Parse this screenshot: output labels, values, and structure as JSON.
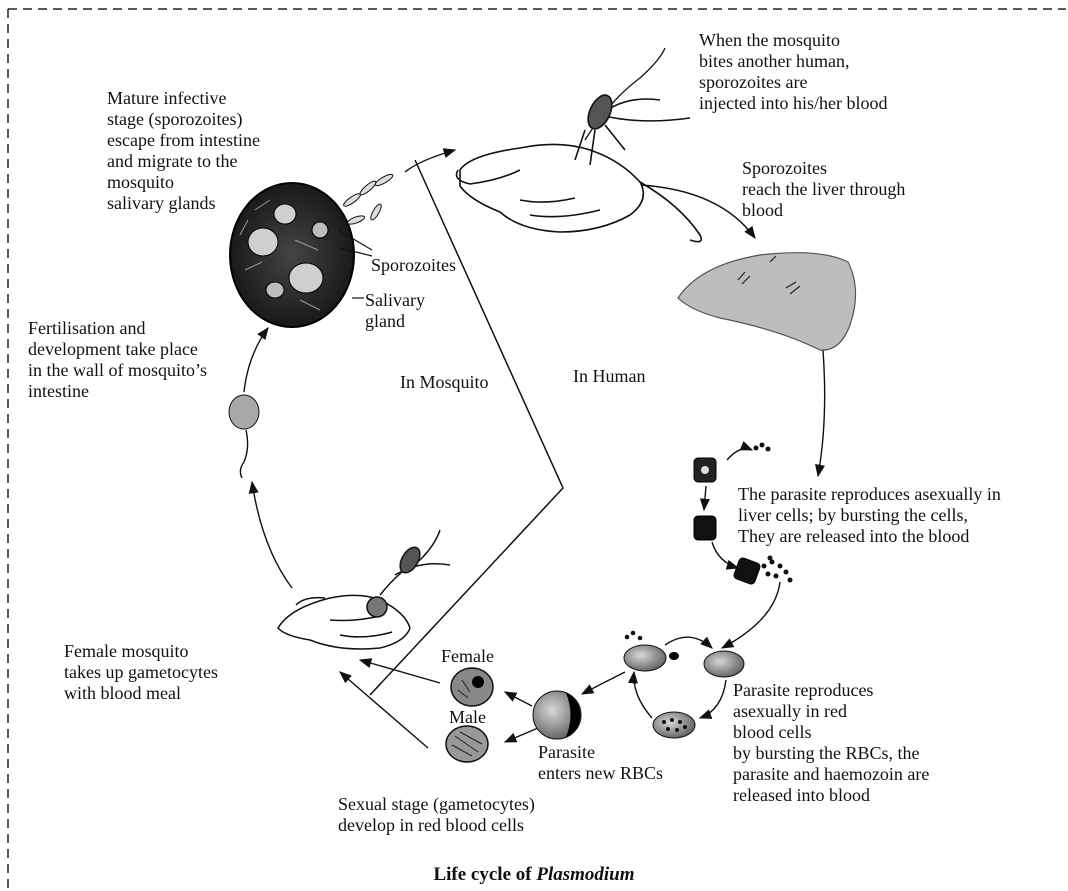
{
  "labels": {
    "mosquito_bites": "When the mosquito\nbites another human,\nsporozoites are\ninjected into his/her blood",
    "mature_infective": "Mature infective\nstage (sporozoites)\nescape from intestine\nand migrate to the\nmosquito\nsalivary glands",
    "sporozoites_liver": "Sporozoites\nreach the liver through\nblood",
    "sporozoites": "Sporozoites",
    "salivary_gland": "Salivary\ngland",
    "fertilisation": "Fertilisation and\ndevelopment take place\nin the wall of mosquito’s\nintestine",
    "in_mosquito": "In Mosquito",
    "in_human": "In Human",
    "liver_reproduction": "The parasite reproduces asexually in\nliver cells; by bursting the cells,\nThey are released into the blood",
    "female_mosquito": "Female mosquito\ntakes up gametocytes\nwith blood meal",
    "female": "Female",
    "male": "Male",
    "rbc_reproduction": "Parasite reproduces\nasexually in red\nblood cells\nby bursting the RBCs, the\nparasite and haemozoin are\nreleased into blood",
    "parasite_enters": "Parasite\nenters new RBCs",
    "sexual_stage": "Sexual stage (gametocytes)\ndevelop in red blood cells"
  },
  "caption": {
    "prefix": "Life cycle of ",
    "italic": "Plasmodium"
  }
}
